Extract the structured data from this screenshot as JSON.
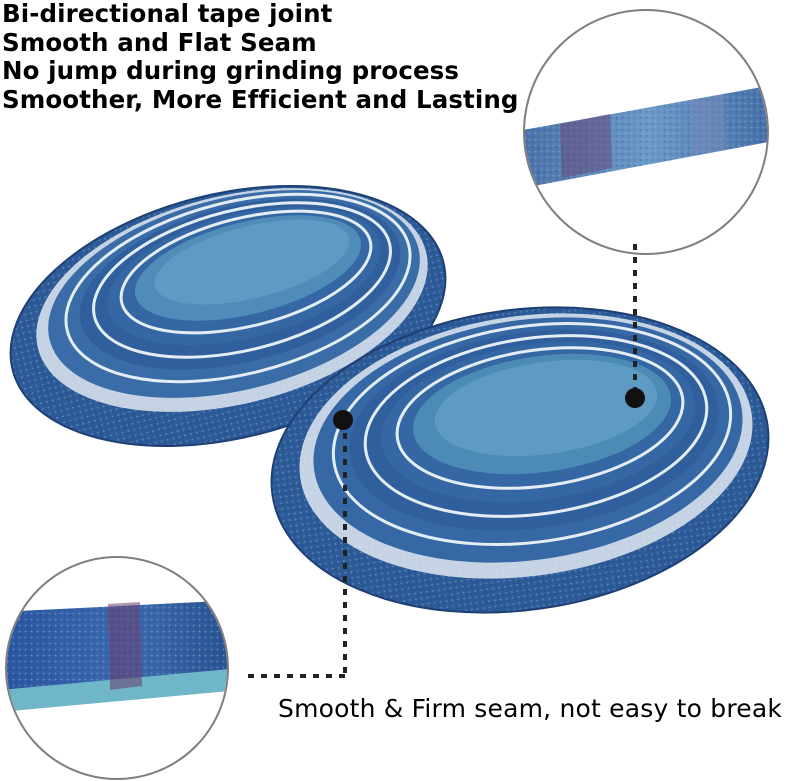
{
  "features": [
    "Bi-directional tape joint",
    "Smooth and Flat Seam",
    "No jump during grinding process",
    "Smoother, More Efficient and Lasting"
  ],
  "caption": "Smooth & Firm seam, not easy to break",
  "colors": {
    "belt_blue": "#2e5f9e",
    "belt_dark": "#1e3f74",
    "belt_light": "#5d8fc2",
    "backing_teal": "#4c8bb6",
    "grit_white": "#e8eef4",
    "leader_line": "#222222",
    "magnifier_border": "#7f7f7f"
  },
  "icons": {
    "callout_dot": "black-circle",
    "leader": "dotted-line"
  }
}
